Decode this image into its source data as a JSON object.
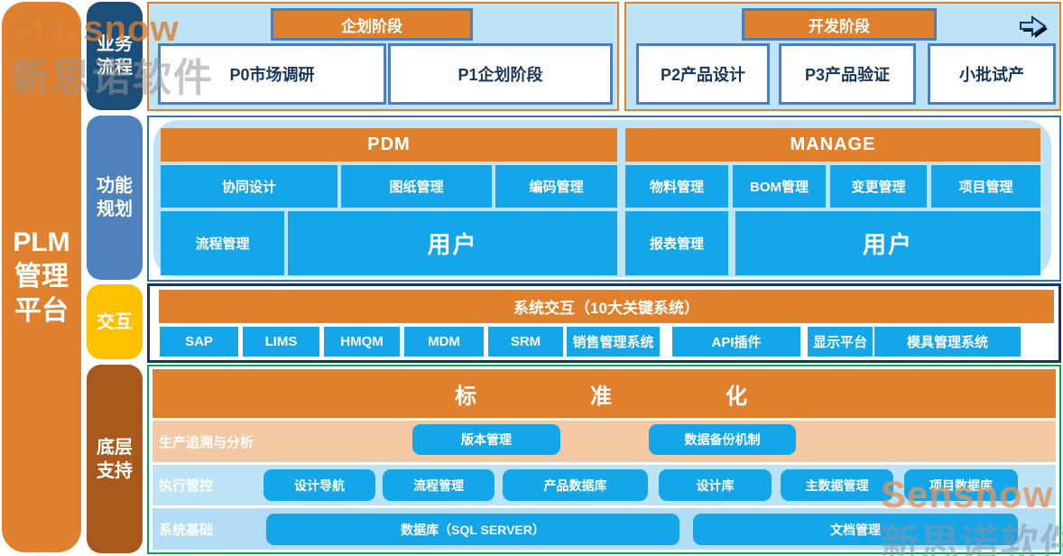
{
  "sidebar": {
    "title_lines": [
      "PLM",
      "管理",
      "平台"
    ]
  },
  "side_labels": [
    {
      "lines": [
        "业务",
        "流程"
      ]
    },
    {
      "lines": [
        "功能",
        "规划"
      ]
    },
    {
      "lines": [
        "交互"
      ]
    },
    {
      "lines": [
        "底层",
        "支持"
      ]
    }
  ],
  "phase_panels": [
    {
      "header": "企划阶段",
      "items": [
        "P0市场调研",
        "P1企划阶段"
      ]
    },
    {
      "header": "开发阶段",
      "items": [
        "P2产品设计",
        "P3产品验证",
        "小批试产"
      ]
    }
  ],
  "module_panels": [
    {
      "header": "PDM",
      "row1": [
        "协同设计",
        "图纸管理",
        "编码管理"
      ],
      "row2": [
        "流程管理",
        "用户"
      ]
    },
    {
      "header": "MANAGE",
      "row1": [
        "物料管理",
        "BOM管理",
        "变更管理",
        "项目管理"
      ],
      "row2": [
        "报表管理",
        "用户"
      ]
    }
  ],
  "integration": {
    "header": "系统交互（10大关键系统）",
    "systems": [
      "SAP",
      "LIMS",
      "HMQM",
      "MDM",
      "SRM",
      "销售管理系统",
      "API插件",
      "显示平台",
      "模具管理系统"
    ]
  },
  "foundation": {
    "header": "标准化",
    "rows": [
      {
        "label": "生产追溯与分析",
        "items": [
          "版本管理",
          "数据备份机制"
        ]
      },
      {
        "label": "执行管控",
        "items": [
          "设计导航",
          "流程管理",
          "产品数据库",
          "设计库",
          "主数据管理",
          "项目数据库"
        ]
      },
      {
        "label": "系统基础",
        "items": [
          "数据库（SQL SERVER）",
          "文档管理"
        ]
      }
    ]
  },
  "watermark": {
    "logo": "Sensnow",
    "company": "新思诺软件"
  },
  "icons": {
    "next_arrow": "next-arrow-icon"
  },
  "colors": {
    "orange": "#E0802D",
    "cyan": "#15A6E9",
    "panel_blue": "#BEE3F7",
    "dark_navy": "#1B4E79",
    "steel_blue": "#4F81BD",
    "yellow": "#FFC000",
    "brown": "#A9591C",
    "green": "#00A650",
    "peach": "#F2C9A2",
    "text_navy": "#17375D"
  }
}
